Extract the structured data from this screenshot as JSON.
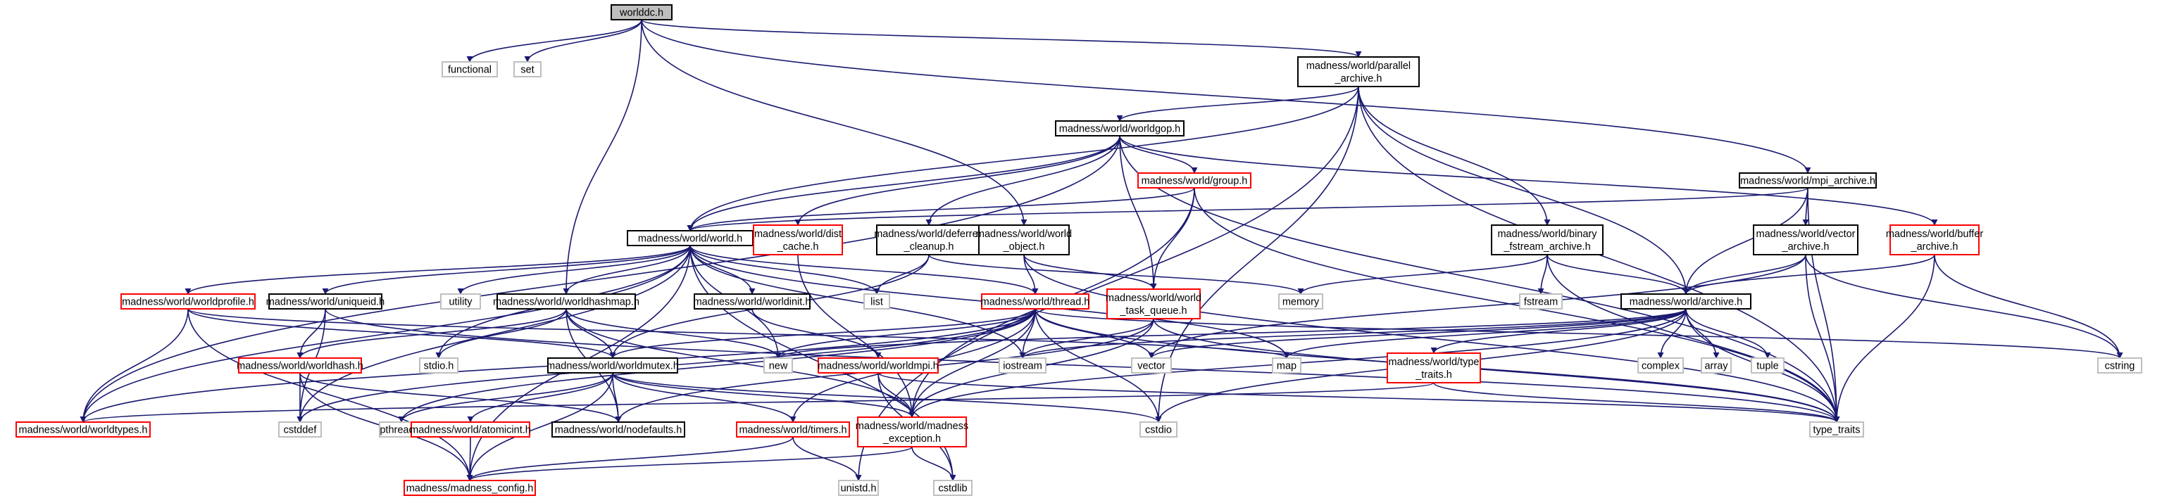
{
  "graph": {
    "colors": {
      "edge": "#191970",
      "border_black": "#000000",
      "border_red": "#ff0000",
      "border_grey": "#bfbfbf",
      "root_fill": "#bfbfbf",
      "text": "#000000"
    },
    "nodes": [
      {
        "id": "worlddc",
        "lines": [
          "worlddc.h"
        ],
        "border": "root"
      },
      {
        "id": "functional",
        "lines": [
          "functional"
        ],
        "border": "grey"
      },
      {
        "id": "set",
        "lines": [
          "set"
        ],
        "border": "grey"
      },
      {
        "id": "parallel_archive",
        "lines": [
          "madness/world/parallel",
          "_archive.h"
        ],
        "border": "black"
      },
      {
        "id": "worldgop",
        "lines": [
          "madness/world/worldgop.h"
        ],
        "border": "black"
      },
      {
        "id": "group",
        "lines": [
          "madness/world/group.h"
        ],
        "border": "red"
      },
      {
        "id": "mpi_archive",
        "lines": [
          "madness/world/mpi_archive.h"
        ],
        "border": "black"
      },
      {
        "id": "world",
        "lines": [
          "madness/world/world.h"
        ],
        "border": "black"
      },
      {
        "id": "dist_cache",
        "lines": [
          "madness/world/dist",
          "_cache.h"
        ],
        "border": "red"
      },
      {
        "id": "deferred_cleanup",
        "lines": [
          "madness/world/deferred",
          "_cleanup.h"
        ],
        "border": "black"
      },
      {
        "id": "world_object",
        "lines": [
          "madness/world/world",
          "_object.h"
        ],
        "border": "black"
      },
      {
        "id": "binary_fstream",
        "lines": [
          "madness/world/binary",
          "_fstream_archive.h"
        ],
        "border": "black"
      },
      {
        "id": "vector_archive",
        "lines": [
          "madness/world/vector",
          "_archive.h"
        ],
        "border": "black"
      },
      {
        "id": "buffer_archive",
        "lines": [
          "madness/world/buffer",
          "_archive.h"
        ],
        "border": "red"
      },
      {
        "id": "worldprofile",
        "lines": [
          "madness/world/worldprofile.h"
        ],
        "border": "red"
      },
      {
        "id": "uniqueid",
        "lines": [
          "madness/world/uniqueid.h"
        ],
        "border": "black"
      },
      {
        "id": "utility",
        "lines": [
          "utility"
        ],
        "border": "grey"
      },
      {
        "id": "worldhashmap",
        "lines": [
          "madness/world/worldhashmap.h"
        ],
        "border": "black"
      },
      {
        "id": "worldinit",
        "lines": [
          "madness/world/worldinit.h"
        ],
        "border": "black"
      },
      {
        "id": "list",
        "lines": [
          "list"
        ],
        "border": "grey"
      },
      {
        "id": "thread",
        "lines": [
          "madness/world/thread.h"
        ],
        "border": "red"
      },
      {
        "id": "world_task_queue",
        "lines": [
          "madness/world/world",
          "_task_queue.h"
        ],
        "border": "red"
      },
      {
        "id": "memory",
        "lines": [
          "memory"
        ],
        "border": "grey"
      },
      {
        "id": "fstream",
        "lines": [
          "fstream"
        ],
        "border": "grey"
      },
      {
        "id": "archive",
        "lines": [
          "madness/world/archive.h"
        ],
        "border": "black"
      },
      {
        "id": "worldhash",
        "lines": [
          "madness/world/worldhash.h"
        ],
        "border": "red"
      },
      {
        "id": "stdio_h",
        "lines": [
          "stdio.h"
        ],
        "border": "grey"
      },
      {
        "id": "worldmutex",
        "lines": [
          "madness/world/worldmutex.h"
        ],
        "border": "black"
      },
      {
        "id": "new",
        "lines": [
          "new"
        ],
        "border": "grey"
      },
      {
        "id": "worldmpi",
        "lines": [
          "madness/world/worldmpi.h"
        ],
        "border": "red"
      },
      {
        "id": "iostream",
        "lines": [
          "iostream"
        ],
        "border": "grey"
      },
      {
        "id": "vector",
        "lines": [
          "vector"
        ],
        "border": "grey"
      },
      {
        "id": "map",
        "lines": [
          "map"
        ],
        "border": "grey"
      },
      {
        "id": "type_traits_h",
        "lines": [
          "madness/world/type",
          "_traits.h"
        ],
        "border": "red"
      },
      {
        "id": "complex",
        "lines": [
          "complex"
        ],
        "border": "grey"
      },
      {
        "id": "array",
        "lines": [
          "array"
        ],
        "border": "grey"
      },
      {
        "id": "tuple",
        "lines": [
          "tuple"
        ],
        "border": "grey"
      },
      {
        "id": "cstring",
        "lines": [
          "cstring"
        ],
        "border": "grey"
      },
      {
        "id": "worldtypes",
        "lines": [
          "madness/world/worldtypes.h"
        ],
        "border": "red"
      },
      {
        "id": "cstddef",
        "lines": [
          "cstddef"
        ],
        "border": "grey"
      },
      {
        "id": "pthread",
        "lines": [
          "pthread.h"
        ],
        "border": "grey"
      },
      {
        "id": "atomicint",
        "lines": [
          "madness/world/atomicint.h"
        ],
        "border": "red"
      },
      {
        "id": "nodefaults",
        "lines": [
          "madness/world/nodefaults.h"
        ],
        "border": "black"
      },
      {
        "id": "timers",
        "lines": [
          "madness/world/timers.h"
        ],
        "border": "red"
      },
      {
        "id": "madness_exception",
        "lines": [
          "madness/world/madness",
          "_exception.h"
        ],
        "border": "red"
      },
      {
        "id": "cstdio",
        "lines": [
          "cstdio"
        ],
        "border": "grey"
      },
      {
        "id": "type_traits",
        "lines": [
          "type_traits"
        ],
        "border": "grey"
      },
      {
        "id": "unistd",
        "lines": [
          "unistd.h"
        ],
        "border": "grey"
      },
      {
        "id": "cstdlib",
        "lines": [
          "cstdlib"
        ],
        "border": "grey"
      },
      {
        "id": "madness_config",
        "lines": [
          "madness/madness_config.h"
        ],
        "border": "red"
      }
    ],
    "edges": [
      [
        "worlddc",
        "functional"
      ],
      [
        "worlddc",
        "set"
      ],
      [
        "worlddc",
        "parallel_archive"
      ],
      [
        "worlddc",
        "mpi_archive"
      ],
      [
        "worlddc",
        "world_object"
      ],
      [
        "worlddc",
        "worldhashmap"
      ],
      [
        "parallel_archive",
        "worldgop"
      ],
      [
        "parallel_archive",
        "world"
      ],
      [
        "parallel_archive",
        "binary_fstream"
      ],
      [
        "parallel_archive",
        "archive"
      ],
      [
        "parallel_archive",
        "cstdio"
      ],
      [
        "parallel_archive",
        "unistd"
      ],
      [
        "parallel_archive",
        "type_traits"
      ],
      [
        "worldgop",
        "group"
      ],
      [
        "worldgop",
        "world"
      ],
      [
        "worldgop",
        "dist_cache"
      ],
      [
        "worldgop",
        "deferred_cleanup"
      ],
      [
        "worldgop",
        "world_task_queue"
      ],
      [
        "worldgop",
        "buffer_archive"
      ],
      [
        "worldgop",
        "worldtypes"
      ],
      [
        "worldgop",
        "type_traits"
      ],
      [
        "group",
        "world"
      ],
      [
        "group",
        "world_task_queue"
      ],
      [
        "group",
        "madness_exception"
      ],
      [
        "group",
        "type_traits"
      ],
      [
        "mpi_archive",
        "world"
      ],
      [
        "mpi_archive",
        "vector_archive"
      ],
      [
        "mpi_archive",
        "archive"
      ],
      [
        "mpi_archive",
        "type_traits"
      ],
      [
        "world",
        "worldprofile"
      ],
      [
        "world",
        "uniqueid"
      ],
      [
        "world",
        "utility"
      ],
      [
        "world",
        "worldhashmap"
      ],
      [
        "world",
        "worldinit"
      ],
      [
        "world",
        "list"
      ],
      [
        "world",
        "thread"
      ],
      [
        "world",
        "iostream"
      ],
      [
        "world",
        "cstdlib"
      ],
      [
        "world",
        "madness_config"
      ],
      [
        "world",
        "cstddef"
      ],
      [
        "world",
        "worldtypes"
      ],
      [
        "world",
        "new"
      ],
      [
        "world",
        "map"
      ],
      [
        "world",
        "stdio_h"
      ],
      [
        "dist_cache",
        "madness_exception"
      ],
      [
        "deferred_cleanup",
        "list"
      ],
      [
        "deferred_cleanup",
        "memory"
      ],
      [
        "deferred_cleanup",
        "worldmutex"
      ],
      [
        "world_object",
        "world_task_queue"
      ],
      [
        "world_object",
        "thread"
      ],
      [
        "world_object",
        "type_traits"
      ],
      [
        "binary_fstream",
        "archive"
      ],
      [
        "binary_fstream",
        "fstream"
      ],
      [
        "binary_fstream",
        "memory"
      ],
      [
        "binary_fstream",
        "type_traits"
      ],
      [
        "vector_archive",
        "archive"
      ],
      [
        "vector_archive",
        "vector"
      ],
      [
        "vector_archive",
        "type_traits"
      ],
      [
        "vector_archive",
        "cstring"
      ],
      [
        "buffer_archive",
        "archive"
      ],
      [
        "buffer_archive",
        "cstring"
      ],
      [
        "buffer_archive",
        "type_traits"
      ],
      [
        "worldprofile",
        "worldtypes"
      ],
      [
        "worldprofile",
        "madness_config"
      ],
      [
        "worldprofile",
        "worldmutex"
      ],
      [
        "worldprofile",
        "map"
      ],
      [
        "uniqueid",
        "worldhash"
      ],
      [
        "uniqueid",
        "cstddef"
      ],
      [
        "uniqueid",
        "type_traits"
      ],
      [
        "worldhashmap",
        "worldhash"
      ],
      [
        "worldhashmap",
        "worldmutex"
      ],
      [
        "worldhashmap",
        "madness_exception"
      ],
      [
        "worldhashmap",
        "stdio_h"
      ],
      [
        "worldhashmap",
        "new"
      ],
      [
        "worldhashmap",
        "nodefaults"
      ],
      [
        "worldinit",
        "worldmpi"
      ],
      [
        "thread",
        "worldmutex"
      ],
      [
        "thread",
        "worldtypes"
      ],
      [
        "thread",
        "cstddef"
      ],
      [
        "thread",
        "pthread"
      ],
      [
        "thread",
        "cstdio"
      ],
      [
        "thread",
        "cstring"
      ],
      [
        "thread",
        "vector"
      ],
      [
        "thread",
        "type_traits"
      ],
      [
        "thread",
        "madness_exception"
      ],
      [
        "thread",
        "timers"
      ],
      [
        "thread",
        "iostream"
      ],
      [
        "thread",
        "new"
      ],
      [
        "world_task_queue",
        "iostream"
      ],
      [
        "world_task_queue",
        "nodefaults"
      ],
      [
        "world_task_queue",
        "madness_exception"
      ],
      [
        "world_task_queue",
        "type_traits"
      ],
      [
        "archive",
        "iostream"
      ],
      [
        "archive",
        "vector"
      ],
      [
        "archive",
        "map"
      ],
      [
        "archive",
        "type_traits_h"
      ],
      [
        "archive",
        "complex"
      ],
      [
        "archive",
        "array"
      ],
      [
        "archive",
        "tuple"
      ],
      [
        "archive",
        "type_traits"
      ],
      [
        "archive",
        "cstdio"
      ],
      [
        "archive",
        "madness_exception"
      ],
      [
        "archive",
        "new"
      ],
      [
        "worldhash",
        "madness_config"
      ],
      [
        "worldhash",
        "cstddef"
      ],
      [
        "worldhash",
        "nodefaults"
      ],
      [
        "worldmutex",
        "pthread"
      ],
      [
        "worldmutex",
        "atomicint"
      ],
      [
        "worldmutex",
        "nodefaults"
      ],
      [
        "worldmutex",
        "timers"
      ],
      [
        "worldmutex",
        "madness_exception"
      ],
      [
        "worldmutex",
        "madness_config"
      ],
      [
        "worldmutex",
        "cstdio"
      ],
      [
        "worldmpi",
        "madness_exception"
      ],
      [
        "worldmpi",
        "cstdlib"
      ],
      [
        "worldmpi",
        "type_traits"
      ],
      [
        "type_traits_h",
        "worldtypes"
      ],
      [
        "type_traits_h",
        "type_traits"
      ],
      [
        "atomicint",
        "madness_config"
      ],
      [
        "timers",
        "madness_config"
      ],
      [
        "timers",
        "unistd"
      ],
      [
        "madness_exception",
        "madness_config"
      ],
      [
        "madness_exception",
        "cstdlib"
      ]
    ]
  }
}
